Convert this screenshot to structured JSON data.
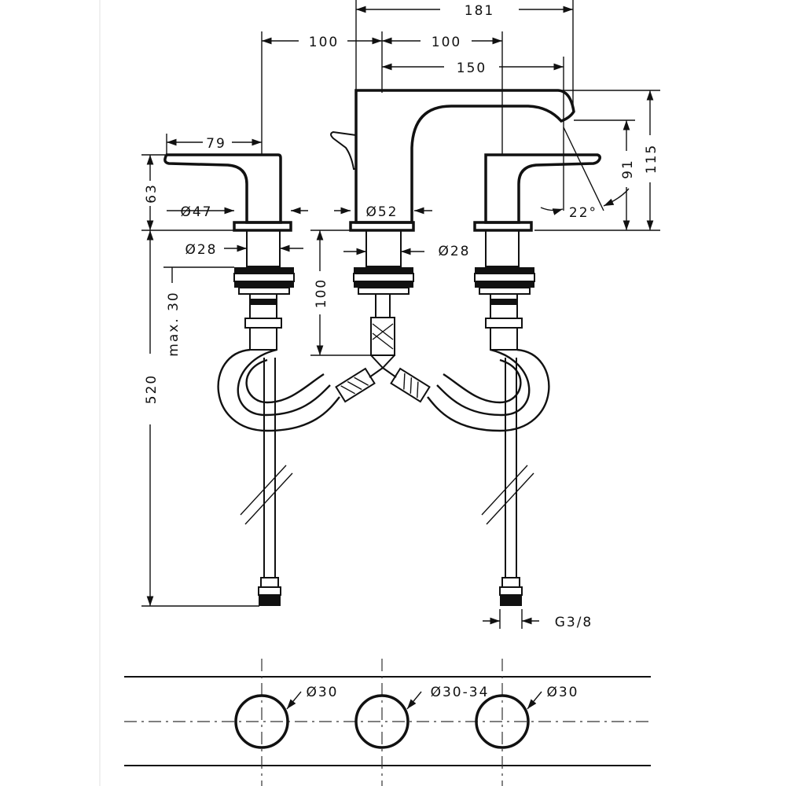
{
  "dimensions": {
    "overall_width": "181",
    "left_spacing": "100",
    "right_spacing": "100",
    "spout_reach": "150",
    "handle_depth": "79",
    "handle_height": "63",
    "handle_base_dia": "Ø47",
    "spout_base_dia": "Ø52",
    "left_shank_dia": "Ø28",
    "center_shank_dia": "Ø28",
    "shank_length": "100",
    "max_deck": "max. 30",
    "hose_length": "520",
    "thread": "G3/8",
    "outlet_height": "91",
    "spout_height": "115",
    "spout_angle": "22°"
  },
  "holes": {
    "left": "Ø30",
    "center": "Ø30-34",
    "right": "Ø30"
  }
}
